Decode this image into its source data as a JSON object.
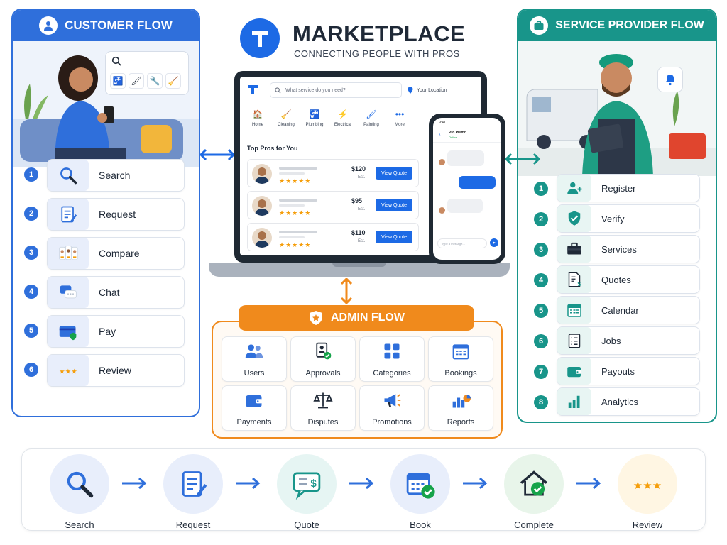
{
  "header": {
    "title": "MARKETPLACE",
    "subtitle": "CONNECTING PEOPLE WITH PROS"
  },
  "customer_flow": {
    "title": "CUSTOMER FLOW",
    "steps": [
      {
        "num": "1",
        "label": "Search",
        "icon": "search-icon"
      },
      {
        "num": "2",
        "label": "Request",
        "icon": "request-form-icon"
      },
      {
        "num": "3",
        "label": "Compare",
        "icon": "compare-pros-icon"
      },
      {
        "num": "4",
        "label": "Chat",
        "icon": "chat-icon"
      },
      {
        "num": "5",
        "label": "Pay",
        "icon": "credit-card-icon"
      },
      {
        "num": "6",
        "label": "Review",
        "icon": "stars-icon"
      }
    ]
  },
  "provider_flow": {
    "title": "SERVICE PROVIDER FLOW",
    "steps": [
      {
        "num": "1",
        "label": "Register",
        "icon": "add-user-icon"
      },
      {
        "num": "2",
        "label": "Verify",
        "icon": "shield-check-icon"
      },
      {
        "num": "3",
        "label": "Services",
        "icon": "toolbox-icon"
      },
      {
        "num": "4",
        "label": "Quotes",
        "icon": "quote-document-icon"
      },
      {
        "num": "5",
        "label": "Calendar",
        "icon": "calendar-icon"
      },
      {
        "num": "6",
        "label": "Jobs",
        "icon": "checklist-icon"
      },
      {
        "num": "7",
        "label": "Payouts",
        "icon": "wallet-icon"
      },
      {
        "num": "8",
        "label": "Analytics",
        "icon": "bar-chart-icon"
      }
    ]
  },
  "admin_flow": {
    "title": "ADMIN FLOW",
    "items": [
      {
        "label": "Users",
        "icon": "users-icon"
      },
      {
        "label": "Approvals",
        "icon": "approvals-icon"
      },
      {
        "label": "Categories",
        "icon": "categories-icon"
      },
      {
        "label": "Bookings",
        "icon": "bookings-calendar-icon"
      },
      {
        "label": "Payments",
        "icon": "wallet-icon"
      },
      {
        "label": "Disputes",
        "icon": "scales-icon"
      },
      {
        "label": "Promotions",
        "icon": "megaphone-icon"
      },
      {
        "label": "Reports",
        "icon": "reports-chart-icon"
      }
    ]
  },
  "laptop_app": {
    "search_placeholder": "What service do you need?",
    "location": "Your Location",
    "categories": [
      "Home",
      "Cleaning",
      "Plumbing",
      "Electrical",
      "Painting",
      "More"
    ],
    "section_title": "Top Pros for You",
    "pros": [
      {
        "price": "$120",
        "price_note": "Est.",
        "button": "View Quote"
      },
      {
        "price": "$95",
        "price_note": "Est.",
        "button": "View Quote"
      },
      {
        "price": "$110",
        "price_note": "Est.",
        "button": "View Quote"
      }
    ]
  },
  "phone_app": {
    "time": "9:41",
    "contact_name": "Pro Plumb",
    "contact_status": "Online",
    "message_placeholder": "Type a message..."
  },
  "bottom_journey": {
    "steps": [
      {
        "label": "Search",
        "icon": "search-icon"
      },
      {
        "label": "Request",
        "icon": "request-form-icon"
      },
      {
        "label": "Quote",
        "icon": "quote-bubble-icon"
      },
      {
        "label": "Book",
        "icon": "calendar-check-icon"
      },
      {
        "label": "Complete",
        "icon": "home-check-icon"
      },
      {
        "label": "Review",
        "icon": "stars-icon"
      }
    ]
  },
  "colors": {
    "customer_blue": "#2f6fdb",
    "provider_teal": "#18958a",
    "admin_orange": "#f08a1c",
    "accent_blue": "#1d6ae5",
    "star_yellow": "#f59e0b"
  }
}
